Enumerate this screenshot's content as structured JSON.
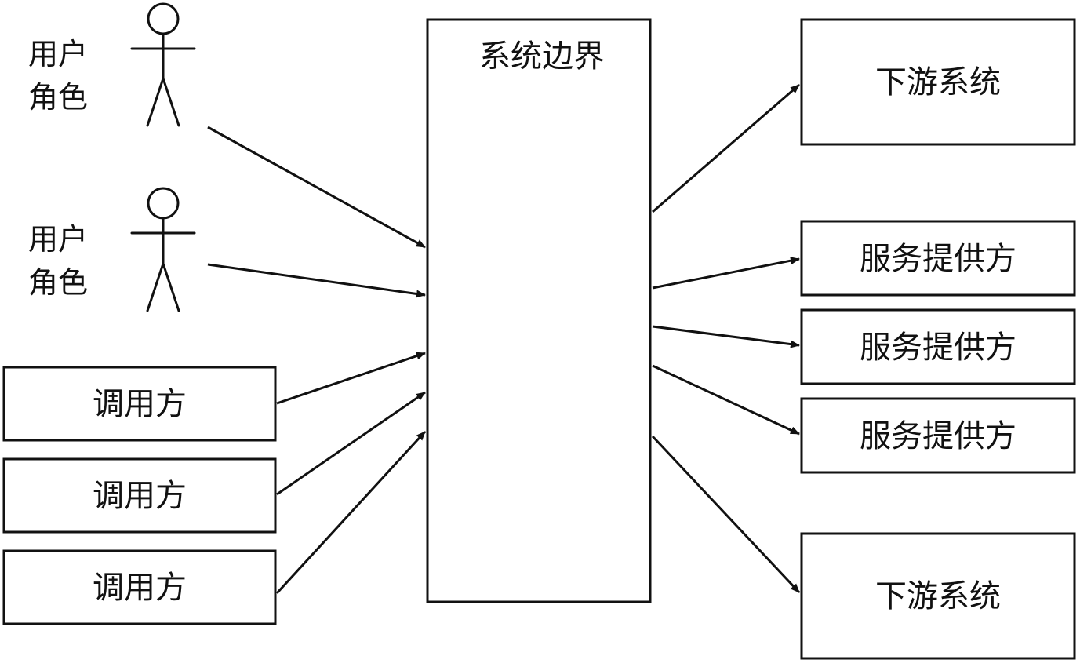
{
  "system": {
    "label": "系统边界"
  },
  "actors": [
    {
      "line1": "用户",
      "line2": "角色"
    },
    {
      "line1": "用户",
      "line2": "角色"
    }
  ],
  "callers": [
    {
      "label": "调用方"
    },
    {
      "label": "调用方"
    },
    {
      "label": "调用方"
    }
  ],
  "downstream": [
    {
      "label": "下游系统"
    },
    {
      "label": "下游系统"
    }
  ],
  "providers": [
    {
      "label": "服务提供方"
    },
    {
      "label": "服务提供方"
    },
    {
      "label": "服务提供方"
    }
  ],
  "colors": {
    "stroke": "#111111",
    "background": "#ffffff"
  }
}
